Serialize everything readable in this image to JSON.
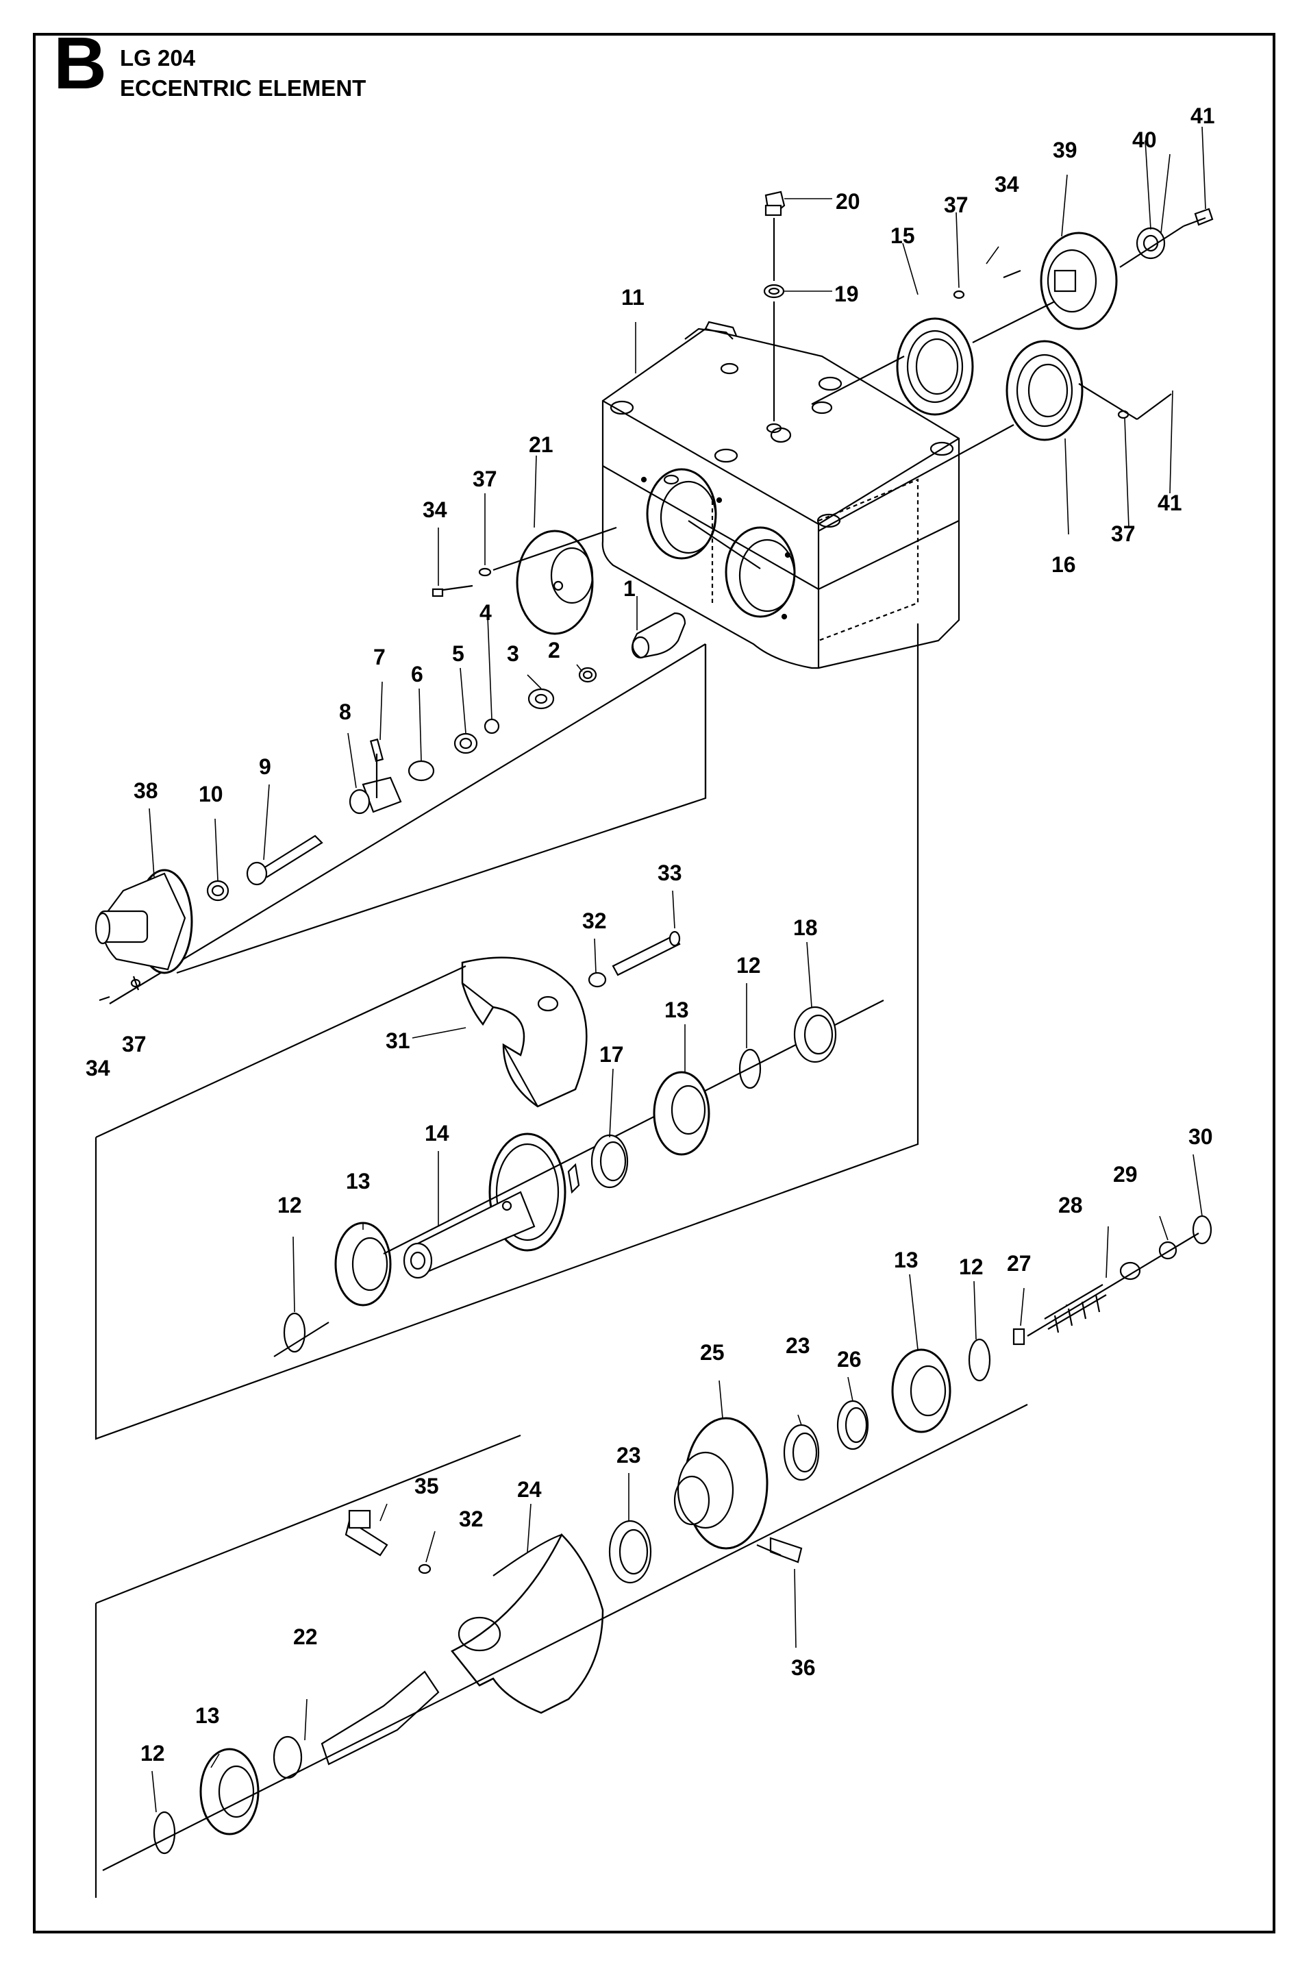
{
  "header": {
    "section_letter": "B",
    "model": "LG 204",
    "title": "ECCENTRIC ELEMENT"
  },
  "callouts": [
    "1",
    "2",
    "3",
    "4",
    "5",
    "6",
    "7",
    "8",
    "9",
    "10",
    "11",
    "12",
    "12",
    "12",
    "12",
    "13",
    "13",
    "13",
    "13",
    "14",
    "15",
    "16",
    "17",
    "18",
    "19",
    "20",
    "21",
    "22",
    "23",
    "23",
    "24",
    "25",
    "26",
    "27",
    "28",
    "29",
    "30",
    "31",
    "32",
    "32",
    "33",
    "34",
    "34",
    "34",
    "35",
    "36",
    "37",
    "37",
    "37",
    "37",
    "38",
    "39",
    "40",
    "41",
    "41"
  ]
}
